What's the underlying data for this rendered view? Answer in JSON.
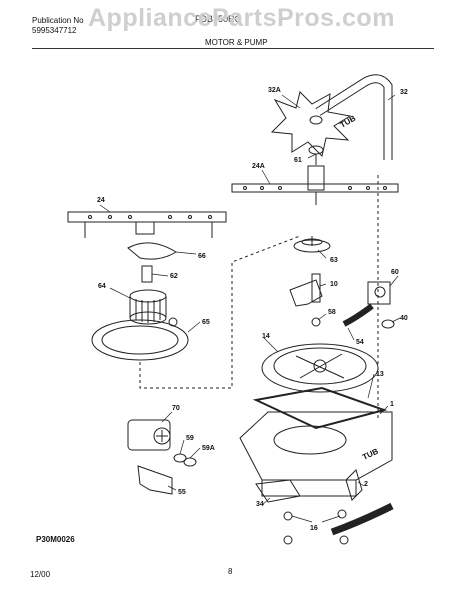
{
  "header": {
    "publication_label": "Publication No",
    "publication_number": "5995347712",
    "model": "FDB750RC",
    "section_title": "MOTOR & PUMP"
  },
  "watermark": "AppliancePartsPros.com",
  "diagram": {
    "labels": [
      "32A",
      "32",
      "TUB",
      "61",
      "24A",
      "24",
      "66",
      "62",
      "63",
      "10",
      "60",
      "64",
      "58",
      "40",
      "65",
      "54",
      "14",
      "13",
      "1",
      "70",
      "59",
      "59A",
      "TUB",
      "2",
      "55",
      "34",
      "16"
    ],
    "drawing_code": "P30M0026"
  },
  "footer": {
    "date": "12/00",
    "page": "8"
  }
}
